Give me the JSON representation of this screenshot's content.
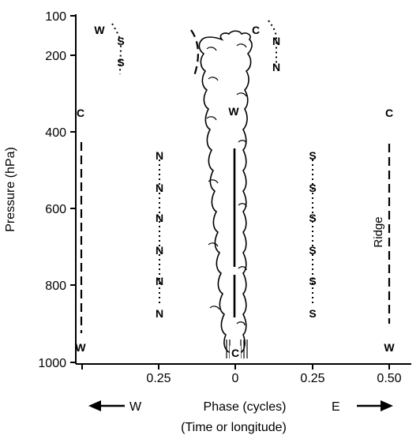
{
  "axes": {
    "y_title": "Pressure (hPa)",
    "y_ticks": [
      "100",
      "200",
      "400",
      "600",
      "800",
      "1000"
    ],
    "x_ticks": [
      "0.25",
      "0",
      "0.25",
      "0.50"
    ],
    "x_title": "Phase (cycles)",
    "x_subtitle": "(Time or longitude)",
    "west_label": "W",
    "east_label": "E"
  },
  "columns": {
    "far_west": {
      "top": "C",
      "bottom": "W"
    },
    "west_north": [
      "N",
      "N",
      "N",
      "N",
      "N",
      "N"
    ],
    "cloud": {
      "upper": "W",
      "bottom": "C"
    },
    "east_south": [
      "S",
      "S",
      "S",
      "S",
      "S",
      "S"
    ],
    "ridge": {
      "top": "C",
      "bottom": "W",
      "label": "Ridge"
    }
  },
  "upper_level": {
    "left_warm": "W",
    "left_s": [
      "S",
      "S"
    ],
    "right_cold": "C",
    "right_n": [
      "N",
      "N"
    ]
  },
  "colors": {
    "ink": "#000000",
    "background": "#ffffff"
  }
}
